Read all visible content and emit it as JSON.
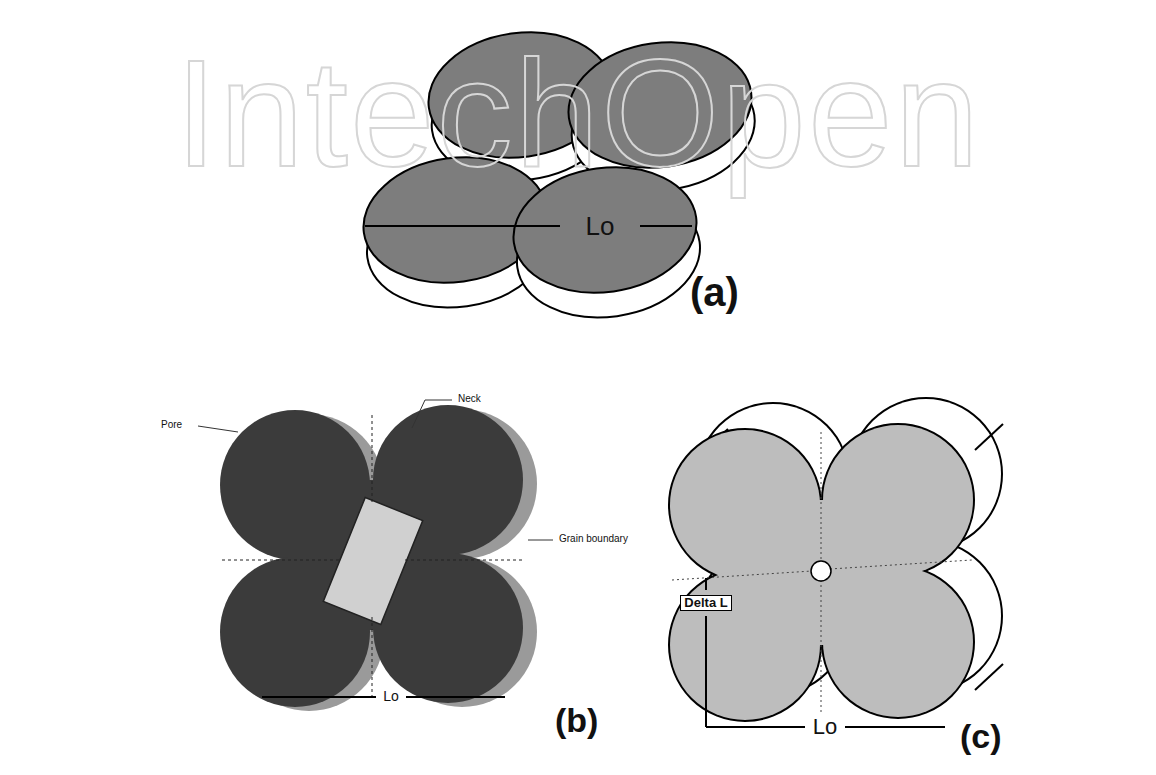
{
  "diagram": {
    "labels": [
      "IntechOpen",
      "Lo",
      "(a)",
      "Neck",
      "Pore",
      "Grain boundary",
      "Lo",
      "(b)",
      "Delta L",
      "Lo",
      "(c)"
    ]
  }
}
